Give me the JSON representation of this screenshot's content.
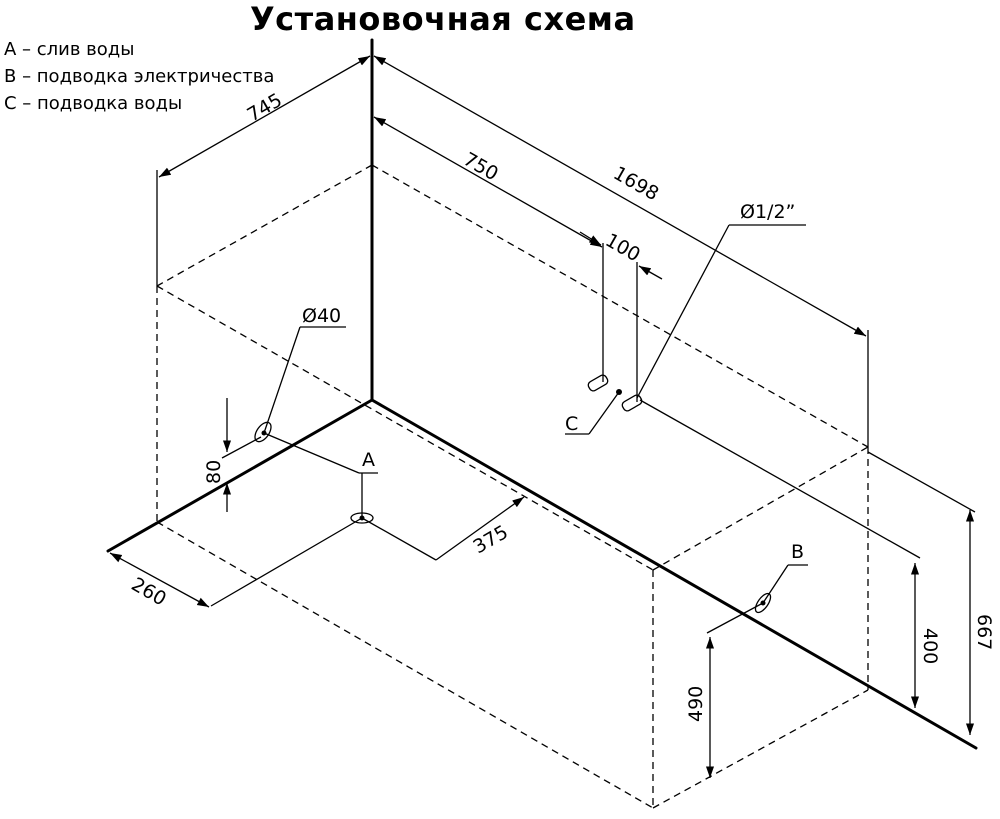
{
  "diagram": {
    "title": "Установочная схема",
    "legend": [
      "A – слив воды",
      "B – подводка электричества",
      "C – подводка воды"
    ],
    "markers": {
      "a": "A",
      "b": "B",
      "c": "C"
    },
    "dimensions": {
      "d745": "745",
      "d750": "750",
      "d1698": "1698",
      "d100": "100",
      "d_pipe": "Ø1/2”",
      "d_drain": "Ø40",
      "d80": "80",
      "d375": "375",
      "d260": "260",
      "d400": "400",
      "d667": "667",
      "d490": "490"
    }
  }
}
